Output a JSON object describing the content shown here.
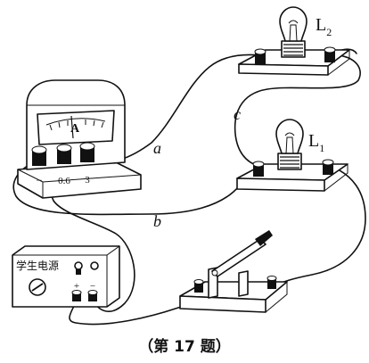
{
  "ammeter": {
    "dial_symbol": "A",
    "terminal_neg": "−",
    "terminal_06": "0.6",
    "terminal_3": "3"
  },
  "power_supply": {
    "label": "学生电源",
    "plus": "+",
    "minus": "−"
  },
  "bulb_l2": {
    "letter": "L",
    "subscript": "2"
  },
  "bulb_l1": {
    "letter": "L",
    "subscript": "1"
  },
  "wires": {
    "a": "a",
    "b": "b",
    "c": "c"
  },
  "caption": "（第 17 题）"
}
